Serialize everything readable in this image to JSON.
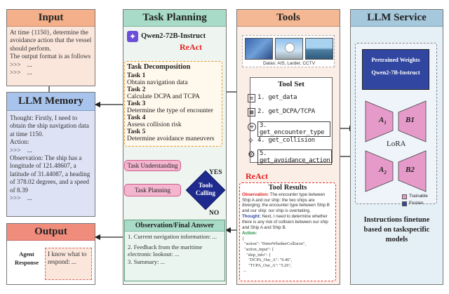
{
  "input": {
    "title": "Input",
    "text": "At time {1150}, determine the avoidance action that the vessel should perform.\nThe output format is as follows\n>>>    ...\n>>>    ..."
  },
  "memory": {
    "title": "LLM Memory",
    "text": "Thought: Firstly, I need to obtain the ship navigation data at time 1150.\nAction:\n>>>    ...\nObservation: The ship has a longitude of 121.48607, a latitude of 31.44087, a heading of 378.02 degrees, and a speed of 8.39\n>>>    ..."
  },
  "output": {
    "title": "Output",
    "agent_label": "Agent\nResponse",
    "response": "I know what to respond: ..."
  },
  "planning": {
    "title": "Task Planning",
    "model": "Qwen2-72B-Instruct",
    "react": "ReAct",
    "decomp_title": "Task Decomposition",
    "tasks": [
      {
        "label": "Task 1",
        "desc": "Obtain navigation data"
      },
      {
        "label": "Task 2",
        "desc": "Calculate DCPA and TCPA"
      },
      {
        "label": "Task 3",
        "desc": "Determine the type of encounter"
      },
      {
        "label": "Task 4",
        "desc": "Assess collision risk"
      },
      {
        "label": "Task 5",
        "desc": "Determine avoidance maneuvers"
      }
    ],
    "understanding": "Task Understanding",
    "task_planning": "Task Planning",
    "tools_calling": "Tools\nCalling",
    "yes": "YES",
    "no": "NO",
    "obs_title": "Observation/Final Answer",
    "obs_items": [
      "1. Current navigation information: ...",
      "2. Feedback from the maritime electronic lookout: ...",
      "3. Summary: ..."
    ]
  },
  "tools": {
    "title": "Tools",
    "data_caption": "Datas: AIS, Larder, CCTV",
    "toolset_title": "Tool Set",
    "items": [
      "1. get_data",
      "2. get_DCPA/TCPA",
      "3. get_encounter_type",
      "4. get_collision",
      "5. get_avoidance_action"
    ],
    "react": "ReAct",
    "results_title": "Tool Results",
    "obs_label": "Observation:",
    "obs_text": " The encounter type between Ship A and our ship: the two ships are diverging; the encounter type between Ship B and our ship: our ship is overtaking.",
    "thought_label": "Thought:",
    "thought_text": " Next, I need to determine whether there is any risk of collision between our ship and Ship A and Ship B.",
    "action_label": "Action:",
    "code": "{\n  \"action\": \"DeterWhetherCollision\",\n  \"action_input\": {\n    \"ship_info\": {\n      \"DCPA_Our_A\": \"0.46\",\n      \"TCPA_Our_A\": \"5.26\",\n ..."
  },
  "llm_service": {
    "title": "LLM Service",
    "weights_title": "Pretrained Weights",
    "weights_model": "Qwen2-7B-Instruct",
    "a1": "A",
    "a1_sub": "1",
    "b1": "B1",
    "a2": "A",
    "a2_sub": "2",
    "b2": "B2",
    "lora": "LoRA",
    "legend_trainable": "Trainable",
    "legend_frozen": "Frozen",
    "caption": "Instructions finetune based on taskspecific models"
  },
  "colors": {
    "input_header": "#f4b08a",
    "input_body": "#fbe6dc",
    "memory_header": "#a9c4ec",
    "memory_body": "#dde3f5",
    "output_header": "#f08c7c",
    "planning_header": "#a9dcc8",
    "planning_body": "#eef5f0",
    "tools_header": "#f5b894",
    "tools_body": "#fbeee6",
    "llm_header": "#a5c8dc",
    "llm_body": "#e5eff6",
    "pink": "#e59aca",
    "navy": "#3146a0",
    "react_red": "#e02020",
    "diamond": "#1f2a8e"
  }
}
